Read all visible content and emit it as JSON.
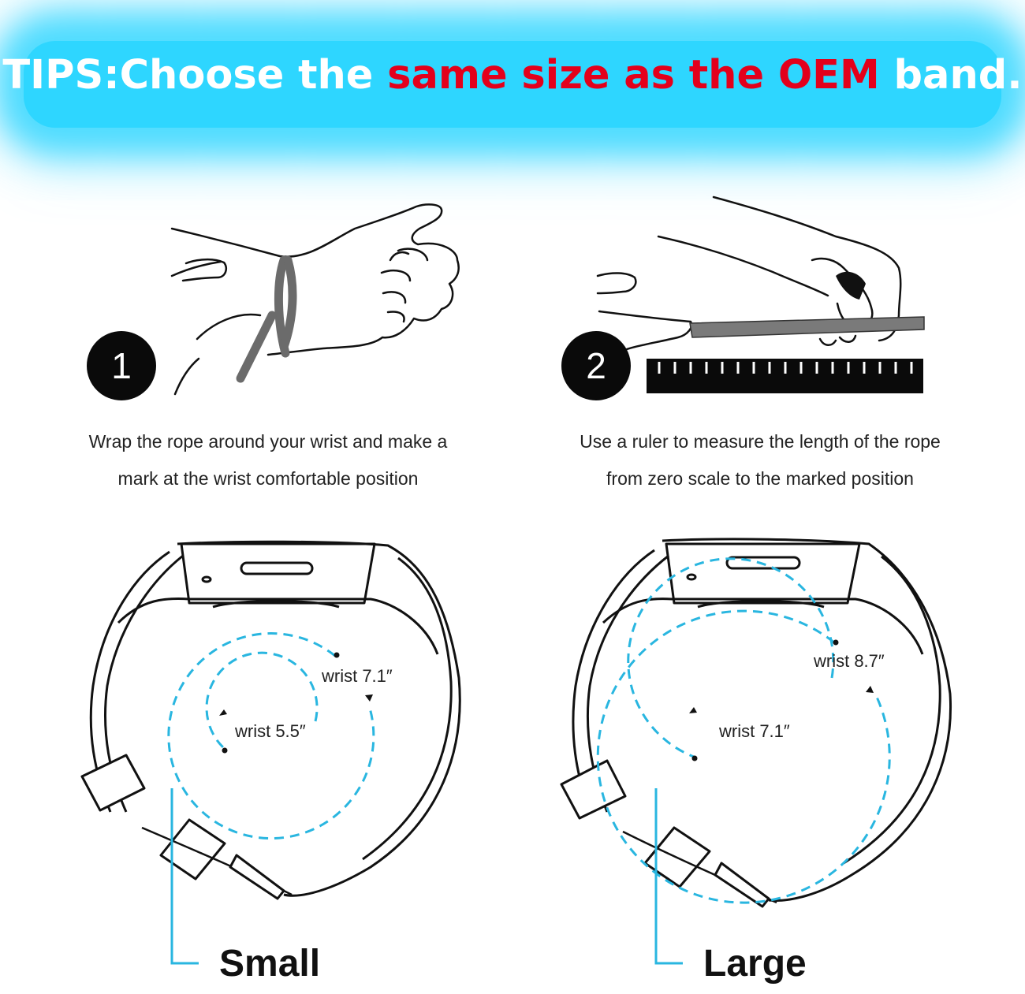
{
  "banner": {
    "prefix": "TIPS:Choose the ",
    "highlight": "same size as the OEM",
    "suffix": " band.",
    "glow_color": "#2ed6ff",
    "highlight_color": "#e3001b"
  },
  "steps": [
    {
      "number": "1",
      "icon": "wrist-rope-icon",
      "caption_line1": "Wrap the rope around your wrist and make a",
      "caption_line2": "mark at the wrist comfortable position"
    },
    {
      "number": "2",
      "icon": "ruler-measure-icon",
      "caption_line1": "Use a ruler to measure the length of the rope",
      "caption_line2": "from zero scale to the marked position"
    }
  ],
  "sizes": [
    {
      "label": "Small",
      "outer_wrist": "wrist 7.1″",
      "inner_wrist": "wrist 5.5″",
      "icon": "band-small-icon"
    },
    {
      "label": "Large",
      "outer_wrist": "wrist 8.7″",
      "inner_wrist": "wrist 7.1″",
      "icon": "band-large-icon"
    }
  ],
  "accent_color": "#29b6e0"
}
